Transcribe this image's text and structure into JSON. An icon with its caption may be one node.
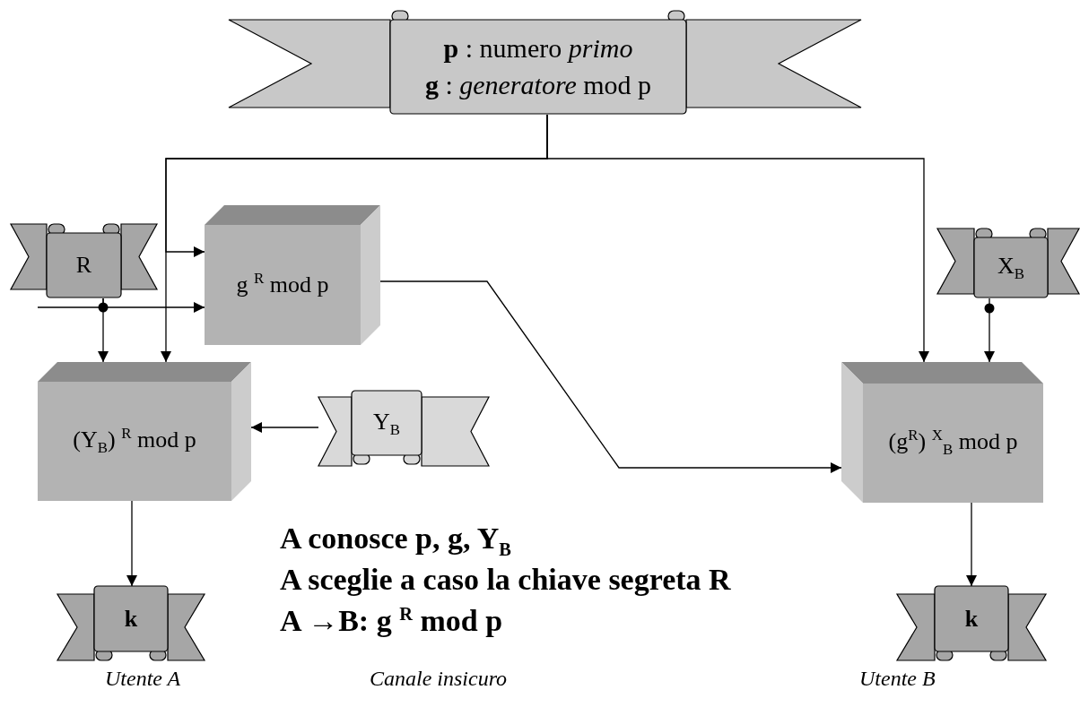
{
  "diagram": {
    "nodes": [
      {
        "text": [
          "**p** : numero *primo*",
          "**g** : *generatore* mod p"
        ]
      },
      {
        "text": [
          "R"
        ]
      },
      {
        "text": [
          "g $^{R}$ mod p"
        ]
      },
      {
        "text": [
          "(Y$_{B}$) $^{R}$ mod p"
        ]
      },
      {
        "text": [
          "Y$_{B}$"
        ]
      },
      {
        "text": [
          "X$_{B}$"
        ]
      },
      {
        "text": [
          "(g$^{R}$) $^{X}$$_{B}$ mod p"
        ]
      },
      {
        "text": [
          "k"
        ]
      },
      {
        "text": [
          "k"
        ]
      }
    ],
    "edges": [
      {
        "from": 0,
        "to": 2,
        "arrow": "to"
      },
      {
        "from": 0,
        "to": 3,
        "arrow": "to"
      },
      {
        "from": 0,
        "to": 6,
        "arrow": "to"
      },
      {
        "from": 1,
        "to": 2,
        "arrow": "to"
      },
      {
        "from": 1,
        "to": 3,
        "arrow": "to"
      },
      {
        "from": 4,
        "to": 3,
        "arrow": "to"
      },
      {
        "from": 2,
        "to": 6,
        "arrow": "to"
      },
      {
        "from": 5,
        "to": 6,
        "arrow": "to"
      },
      {
        "from": 3,
        "to": 7,
        "arrow": "to"
      },
      {
        "from": 6,
        "to": 8,
        "arrow": "to"
      }
    ],
    "labels": [
      "A conosce p, g, Y$_{B}$",
      "A sceglie a caso la chiave segreta R",
      "A →B: g $^{R}$ mod p",
      "Utente A",
      "Canale insicuro",
      "Utente B"
    ]
  }
}
